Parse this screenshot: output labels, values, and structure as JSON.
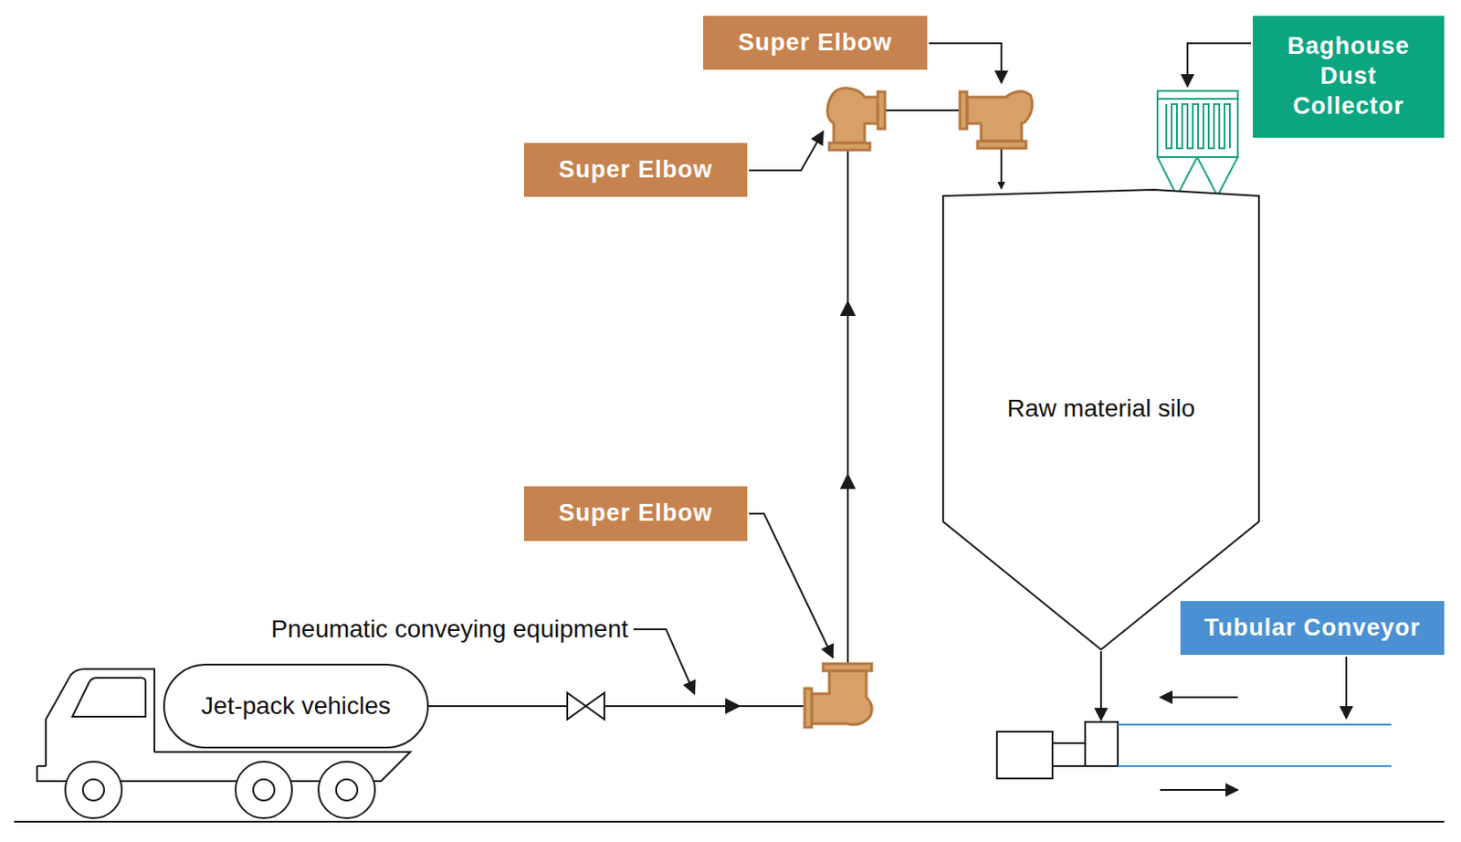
{
  "diagram": {
    "nodes": [
      {
        "text": [
          "Super Elbow"
        ]
      },
      {
        "text": [
          "Baghouse Dust Collector"
        ]
      },
      {
        "text": [
          "Super Elbow"
        ]
      },
      {
        "text": [
          "Raw material silo"
        ]
      },
      {
        "text": [
          "Super Elbow"
        ]
      },
      {
        "text": [
          "Tubular Conveyor"
        ]
      },
      {
        "text": [
          "Jet-pack vehicles"
        ]
      }
    ],
    "edges": [
      {
        "from": 6,
        "to": 3,
        "arrow": "to"
      }
    ],
    "labels": [
      "Pneumatic conveying equipment"
    ]
  }
}
